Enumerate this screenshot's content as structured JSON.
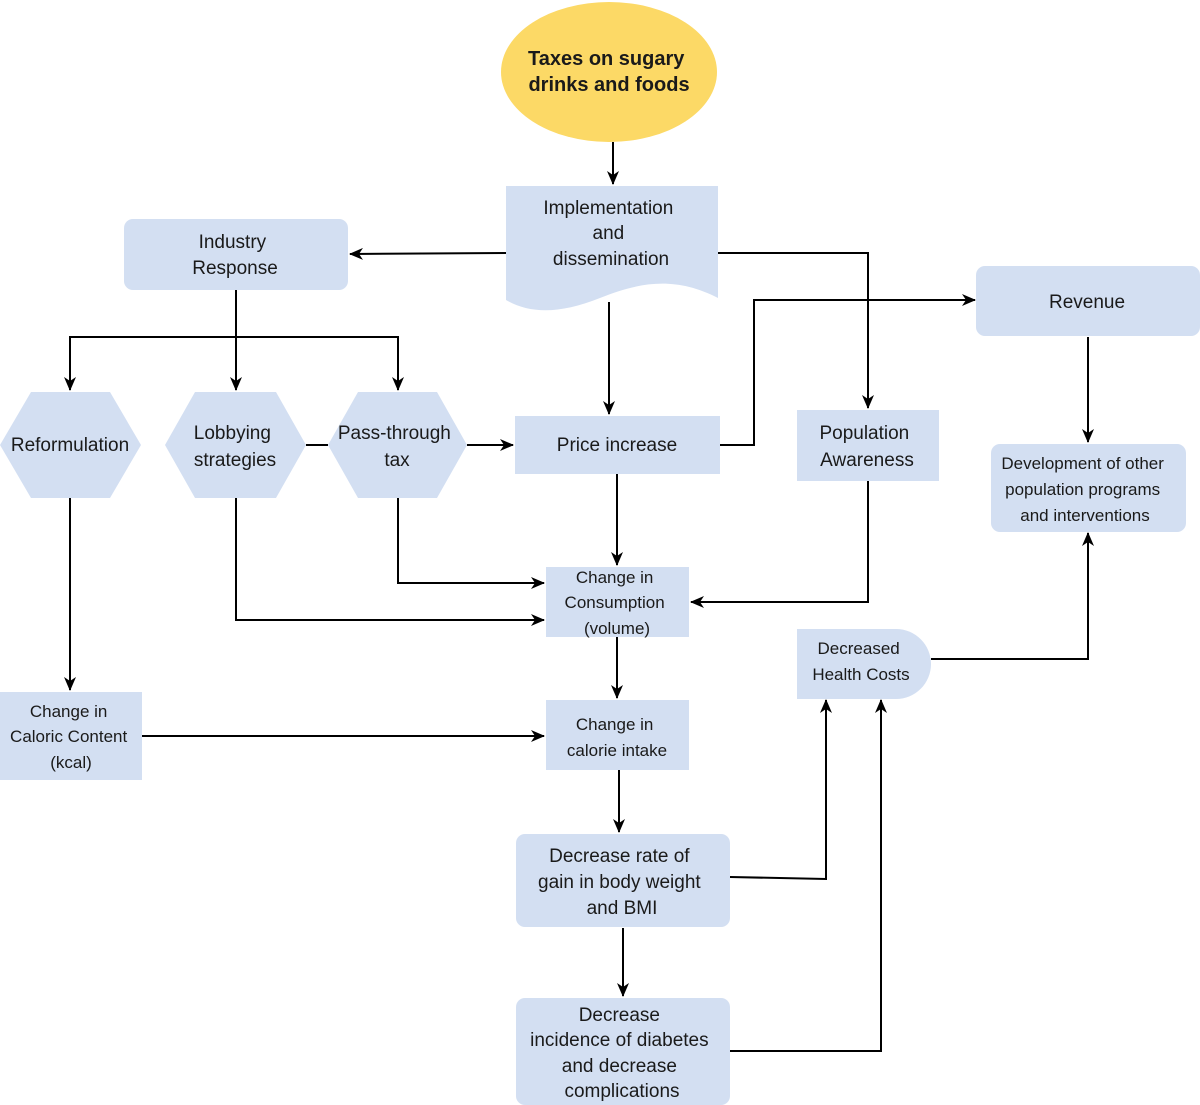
{
  "nodes": {
    "taxes": [
      "Taxes on sugary",
      "drinks and foods"
    ],
    "implementation": [
      "Implementation",
      "and",
      "dissemination"
    ],
    "industry_response": [
      "Industry",
      "Response"
    ],
    "revenue": [
      "Revenue"
    ],
    "reformulation": [
      "Reformulation"
    ],
    "lobbying": [
      "Lobbying",
      "strategies"
    ],
    "pass_through": [
      "Pass-through",
      "tax"
    ],
    "price_increase": [
      "Price increase"
    ],
    "population_awareness": [
      "Population",
      "Awareness"
    ],
    "development": [
      "Development of other",
      "population programs",
      "and interventions"
    ],
    "consumption": [
      "Change in",
      "Consumption",
      "(volume)"
    ],
    "health_costs": [
      "Decreased",
      "Health Costs"
    ],
    "caloric_content": [
      "Change in",
      "Caloric Content",
      "(kcal)"
    ],
    "calorie_intake": [
      "Change in",
      "calorie intake"
    ],
    "body_weight": [
      "Decrease rate of",
      "gain in body weight",
      "and BMI"
    ],
    "diabetes": [
      "Decrease",
      "incidence of diabetes",
      "and decrease",
      "complications"
    ]
  },
  "colors": {
    "node_fill": "#d3dff2",
    "start_fill": "#fcd966",
    "arrow": "#000000"
  }
}
